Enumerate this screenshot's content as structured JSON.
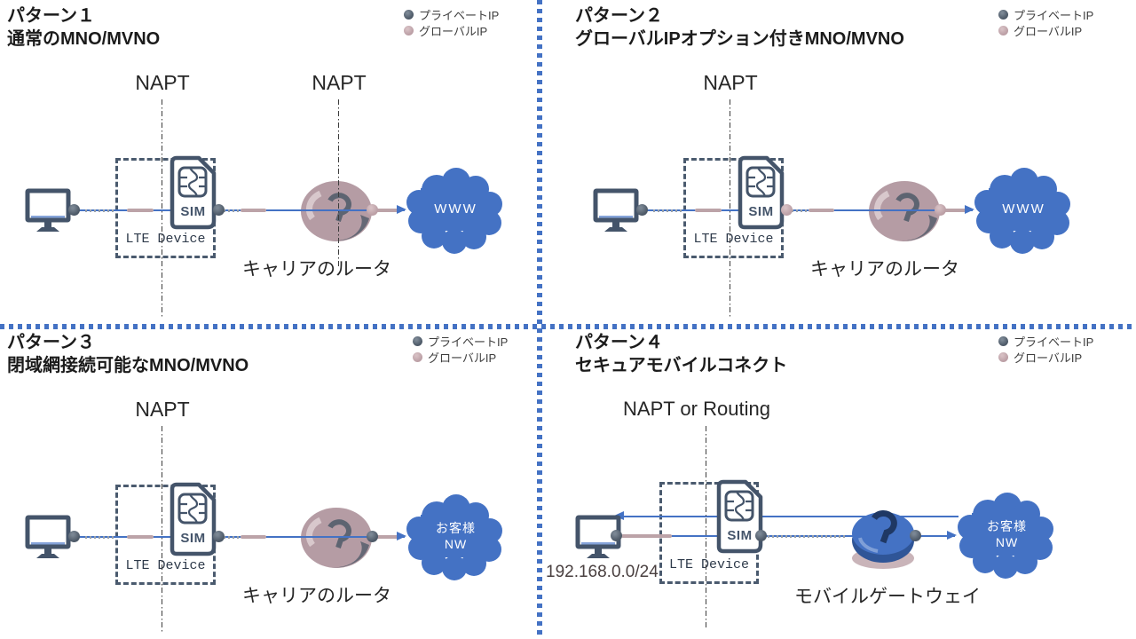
{
  "legend": {
    "private_label": "プライベートIP",
    "global_label": "グローバルIP"
  },
  "shared": {
    "lte_device_label": "LTE Device",
    "sim_label": "SIM"
  },
  "colors": {
    "divider": "#4472C4",
    "connection_line": "#4472C4",
    "private_ip_dot": "#4E5A68",
    "global_ip_dot": "#BCA0A6",
    "carrier_router": "#B59CA4",
    "mobile_gateway": "#4472C4",
    "cloud": "#4472C4"
  },
  "patterns": [
    {
      "name": "パターン１",
      "subtitle": "通常のMNO/MVNO",
      "napt_labels": [
        "NAPT",
        "NAPT"
      ],
      "router_label": "キャリアのルータ",
      "cloud_lines": [
        "WWW"
      ]
    },
    {
      "name": "パターン２",
      "subtitle": "グローバルIPオプション付きMNO/MVNO",
      "napt_labels": [
        "NAPT"
      ],
      "router_label": "キャリアのルータ",
      "cloud_lines": [
        "WWW"
      ]
    },
    {
      "name": "パターン３",
      "subtitle": "閉域網接続可能なMNO/MVNO",
      "napt_labels": [
        "NAPT"
      ],
      "router_label": "キャリアのルータ",
      "cloud_lines": [
        "お客様",
        "NW"
      ]
    },
    {
      "name": "パターン４",
      "subtitle": "セキュアモバイルコネクト",
      "napt_labels": [
        "NAPT or Routing"
      ],
      "router_label": "モバイルゲートウェイ",
      "cloud_lines": [
        "お客様",
        "NW"
      ],
      "device_ip": "192.168.0.0/24"
    }
  ]
}
